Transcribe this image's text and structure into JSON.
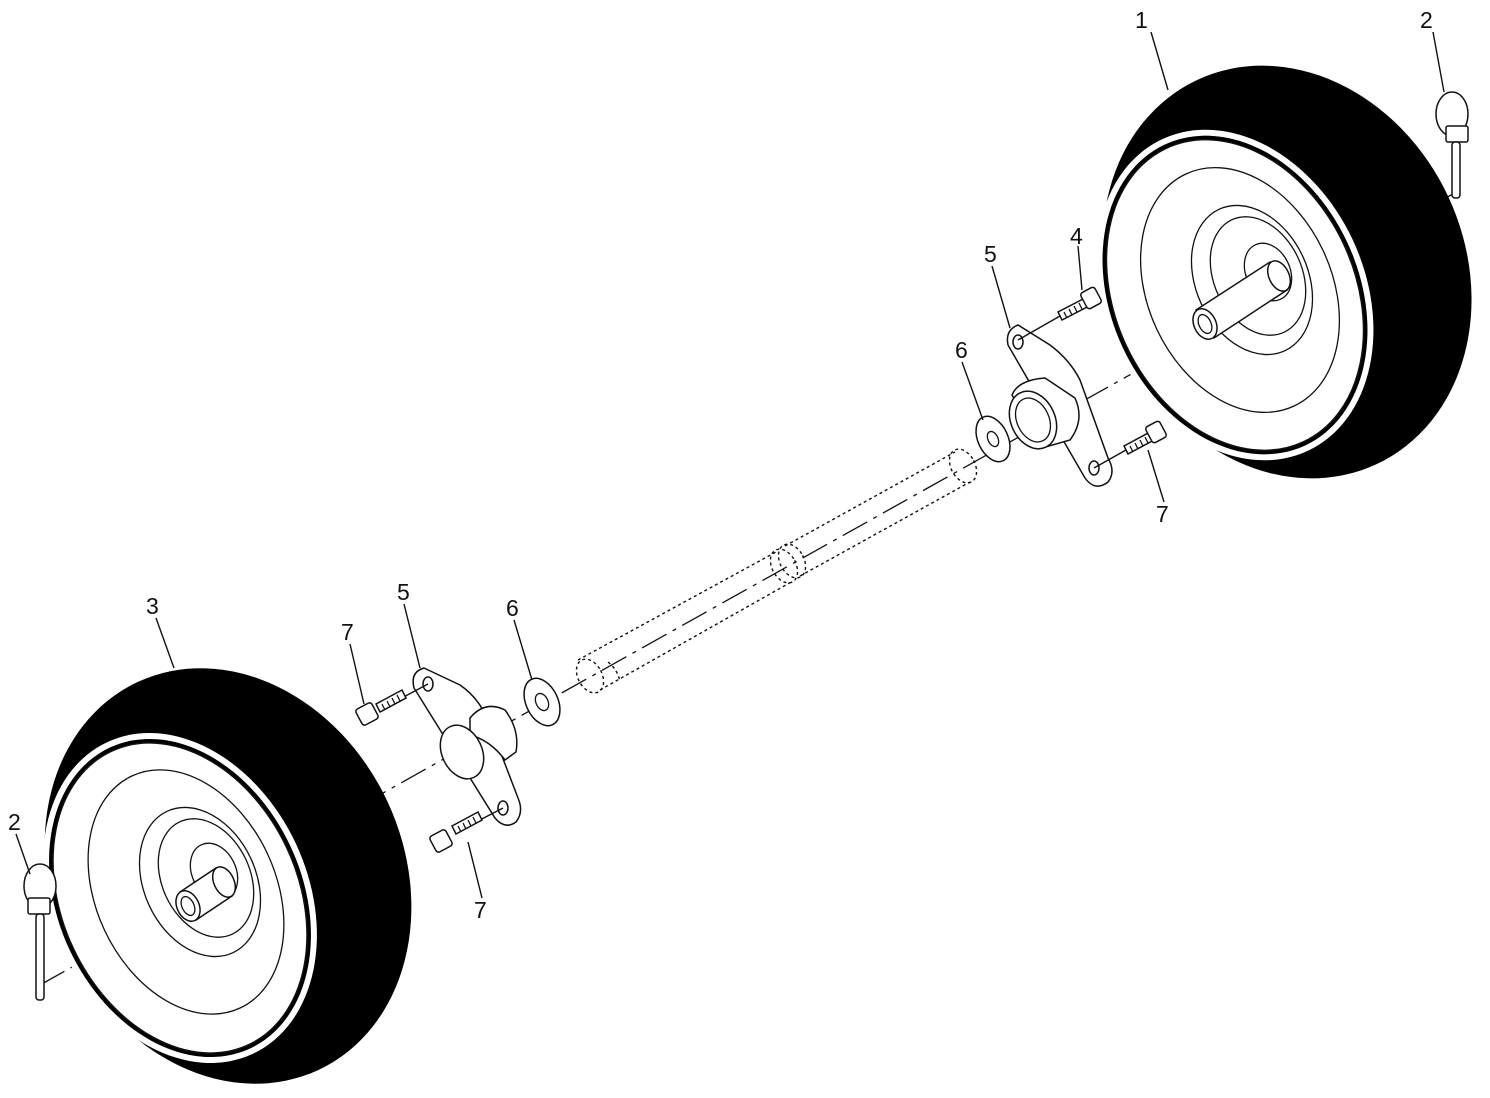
{
  "diagram": {
    "callouts": {
      "wheel_right": "1",
      "pin_right": "2",
      "pin_left": "2",
      "wheel_left": "3",
      "bolt_top": "4",
      "bearing_right": "5",
      "bearing_left": "5",
      "washer_right": "6",
      "washer_left": "6",
      "bolt_right_lower": "7",
      "bolt_left_upper": "7",
      "bolt_left_lower": "7"
    },
    "colors": {
      "ink": "#111111",
      "tire": "#000000",
      "paper": "#ffffff"
    }
  }
}
